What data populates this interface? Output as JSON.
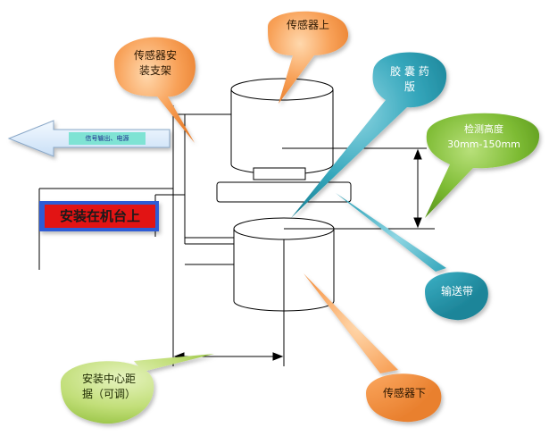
{
  "callouts": {
    "sensor_top": "传感器上",
    "sensor_bracket": [
      "传感器安",
      "装支架"
    ],
    "capsule_plate": [
      "胶 囊 药",
      "版"
    ],
    "detect_height": [
      "检测高度",
      "30mm-150mm"
    ],
    "conveyor_belt": "输送带",
    "sensor_bottom": "传感器下",
    "mount_distance": [
      "安装中心距",
      "据（可调）"
    ]
  },
  "labels": {
    "signal_arrow": "信号输出、电源",
    "machine_mount": "安装在机台上"
  },
  "colors": {
    "orange": "#f7913d",
    "green": "#77b82e",
    "teal": "#2b9fb4",
    "lime": "#b8d86a",
    "arrow_fill": "#dcecfb",
    "signal_box": "#7fe3d4",
    "machine_box_outer": "#2f5bd6",
    "machine_box_inner": "#e21414"
  },
  "icons": {
    "signal_arrow": "left-arrow",
    "sensors": "cylinder"
  }
}
